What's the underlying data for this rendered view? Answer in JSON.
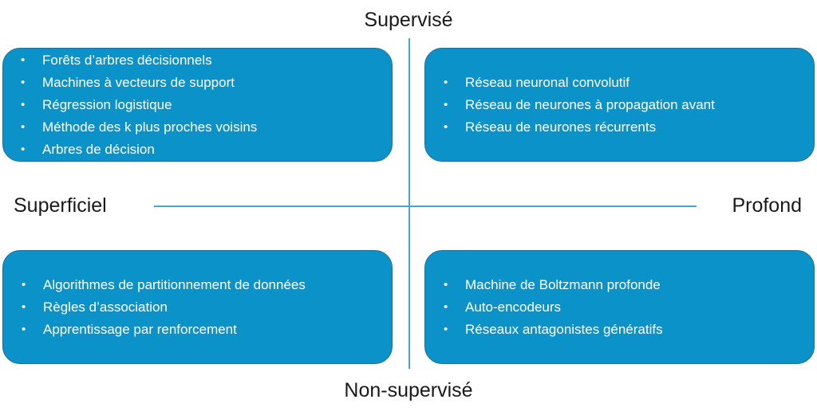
{
  "colors": {
    "box_fill": "#0b93c9",
    "box_border": "#1f6e98",
    "axis_line": "#4ba3cf",
    "text_dark": "#1a1a1a",
    "text_light": "#ffffff"
  },
  "axes": {
    "top": "Supervisé",
    "bottom": "Non-supervisé",
    "left": "Superficiel",
    "right": "Profond"
  },
  "quadrants": {
    "supervised_shallow": [
      "Forêts d’arbres décisionnels",
      "Machines à vecteurs de support",
      "Régression logistique",
      "Méthode des k plus proches voisins",
      "Arbres de décision"
    ],
    "supervised_deep": [
      "Réseau neuronal convolutif",
      "Réseau de neurones à propagation avant",
      "Réseau de neurones récurrents"
    ],
    "unsupervised_shallow": [
      "Algorithmes de partitionnement de données",
      "Règles d’association",
      "Apprentissage par renforcement"
    ],
    "unsupervised_deep": [
      "Machine de Boltzmann profonde",
      "Auto-encodeurs",
      "Réseaux antagonistes génératifs"
    ]
  }
}
